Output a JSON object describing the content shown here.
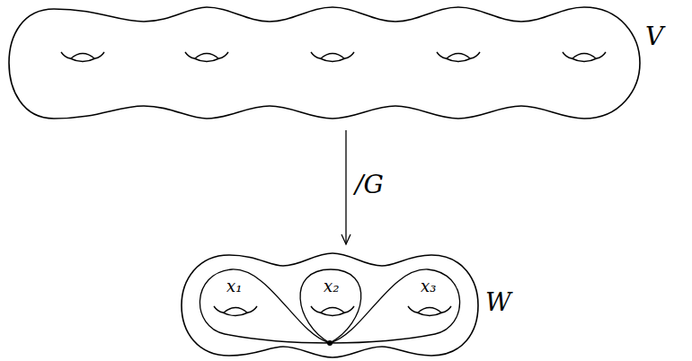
{
  "diagram": {
    "nodes": [
      {
        "text": [
          "V"
        ]
      },
      {
        "text": [
          "W"
        ]
      }
    ],
    "edges": [
      {
        "from": 0,
        "to": 1,
        "arrow": "to",
        "label": "/G"
      }
    ],
    "labels": [
      "x₁",
      "x₂",
      "x₃"
    ]
  }
}
